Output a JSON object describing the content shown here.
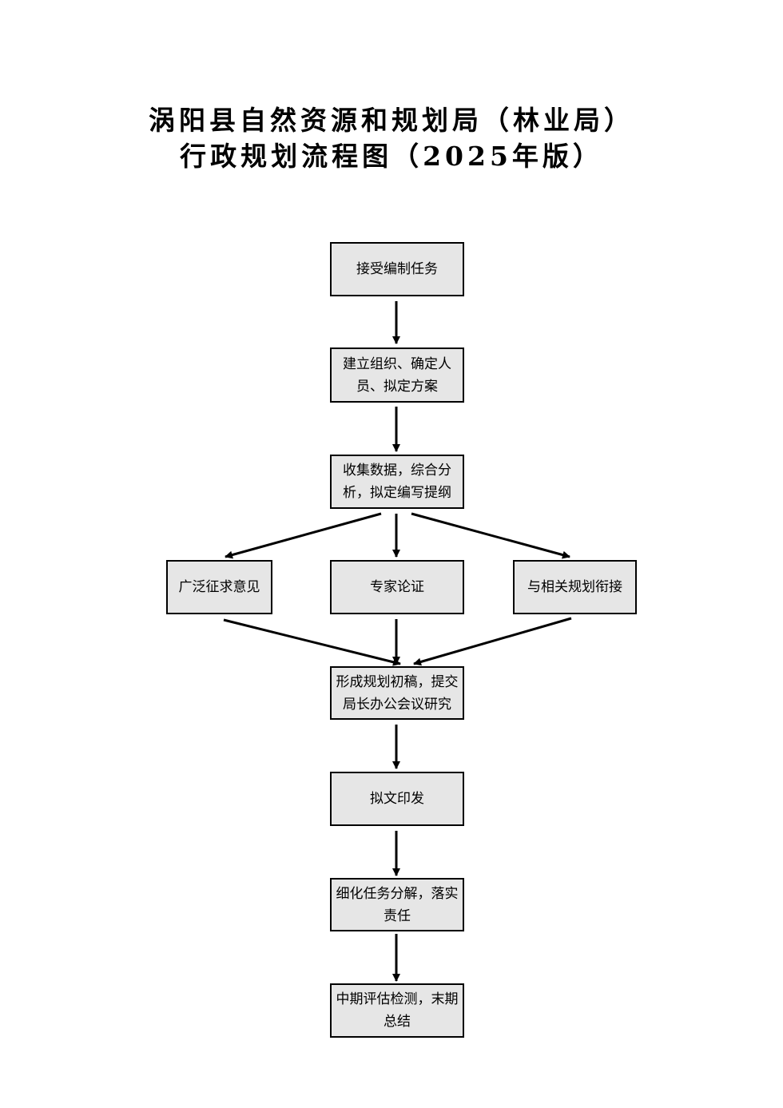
{
  "title": {
    "line1": "涡阳县自然资源和规划局（林业局）",
    "line2": "行政规划流程图（2025年版）"
  },
  "flowchart": {
    "nodes": {
      "receive_task": "接受编制任务",
      "organize": "建立组织、确定人员、拟定方案",
      "collect": "收集数据，综合分析，拟定编写提纲",
      "public_opinion": "广泛征求意见",
      "expert_review": "专家论证",
      "coordinate": "与相关规划衔接",
      "draft": "形成规划初稿，提交局长办公会议研究",
      "issue": "拟文印发",
      "decompose": "细化任务分解，落实责任",
      "evaluate": "中期评估检测，末期总结"
    },
    "edges": [
      [
        "receive_task",
        "organize"
      ],
      [
        "organize",
        "collect"
      ],
      [
        "collect",
        "public_opinion"
      ],
      [
        "collect",
        "expert_review"
      ],
      [
        "collect",
        "coordinate"
      ],
      [
        "public_opinion",
        "draft"
      ],
      [
        "expert_review",
        "draft"
      ],
      [
        "coordinate",
        "draft"
      ],
      [
        "draft",
        "issue"
      ],
      [
        "issue",
        "decompose"
      ],
      [
        "decompose",
        "evaluate"
      ]
    ]
  },
  "colors": {
    "node_fill": "#e6e6e6",
    "stroke": "#000000"
  }
}
